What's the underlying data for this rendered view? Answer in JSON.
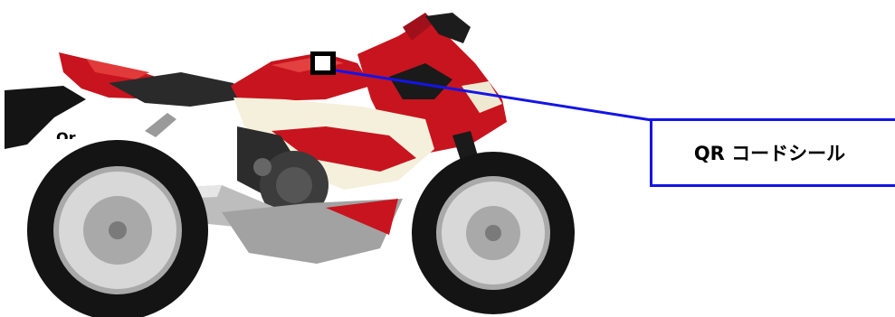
{
  "diagram": {
    "callout_label": "QR コードシール",
    "stray_fragment": "Qr",
    "illustration": "motorcycle",
    "colors": {
      "callout_line": "#1414e6",
      "body_red": "#c8141e",
      "body_cream": "#f5f0dc",
      "tire": "#141414",
      "rim": "#a9a9a9",
      "engine": "#3c3c3c",
      "exhaust": "#bdbdbd"
    }
  }
}
